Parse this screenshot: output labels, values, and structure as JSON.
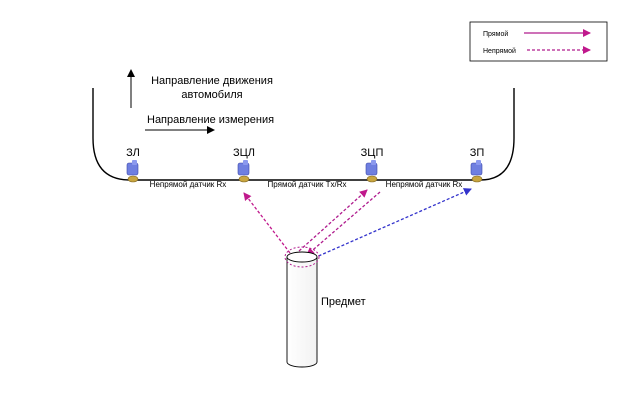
{
  "legend": {
    "direct_label": "Прямой",
    "indirect_label": "Непрямой"
  },
  "labels": {
    "car_direction_line1": "Направление движения",
    "car_direction_line2": "автомобиля",
    "measure_direction": "Направление измерения",
    "object": "Предмет"
  },
  "sensors": [
    {
      "code": "ЗЛ"
    },
    {
      "code": "ЗЦЛ"
    },
    {
      "code": "ЗЦП"
    },
    {
      "code": "ЗП"
    }
  ],
  "segments": [
    {
      "label": "Непрямой датчик Rx"
    },
    {
      "label": "Прямой датчик Tx/Rx"
    },
    {
      "label": "Непрямой датчик Rx"
    }
  ],
  "colors": {
    "direct": "#b01c8e",
    "indirect_magenta": "#c0198c",
    "indirect_blue": "#3333cc",
    "sensor_body": "#6f7fe0",
    "sensor_base": "#c9a640"
  }
}
